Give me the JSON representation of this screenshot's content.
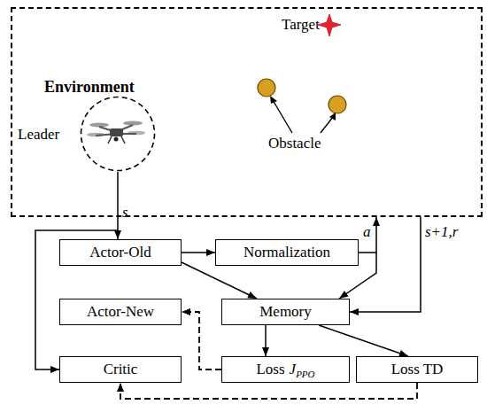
{
  "diagram": {
    "nodes": [
      {
        "text": [
          "Environment"
        ]
      },
      {
        "text": [
          "Leader"
        ],
        "in": 0
      },
      {
        "text": [
          "Actor-Old"
        ]
      },
      {
        "text": [
          "Normalization"
        ]
      },
      {
        "text": [
          "Actor-New"
        ]
      },
      {
        "text": [
          "Memory"
        ]
      },
      {
        "text": [
          "Critic"
        ]
      },
      {
        "text": [
          "Loss",
          "J",
          "PPO"
        ]
      },
      {
        "text": [
          "Loss TD"
        ]
      }
    ],
    "edges": [
      {
        "from": 1,
        "to": 2,
        "label": "s",
        "arrow": "to"
      },
      {
        "from": 1,
        "to": 6,
        "arrow": "to"
      },
      {
        "from": 2,
        "to": 3,
        "arrow": "to"
      },
      {
        "from": 2,
        "to": 5,
        "arrow": "to"
      },
      {
        "from": 3,
        "to": 0,
        "label": "a",
        "arrow": "to"
      },
      {
        "from": 3,
        "to": 5,
        "arrow": "to"
      },
      {
        "from": 0,
        "to": 5,
        "label": "s+1,r",
        "arrow": "to"
      },
      {
        "from": 5,
        "to": 7,
        "arrow": "to"
      },
      {
        "from": 5,
        "to": 8,
        "arrow": "to"
      },
      {
        "from": 7,
        "to": 4,
        "arrow": "to"
      },
      {
        "from": 8,
        "to": 6,
        "arrow": "to"
      }
    ],
    "labels": [
      "Target",
      "Obstacle"
    ]
  }
}
